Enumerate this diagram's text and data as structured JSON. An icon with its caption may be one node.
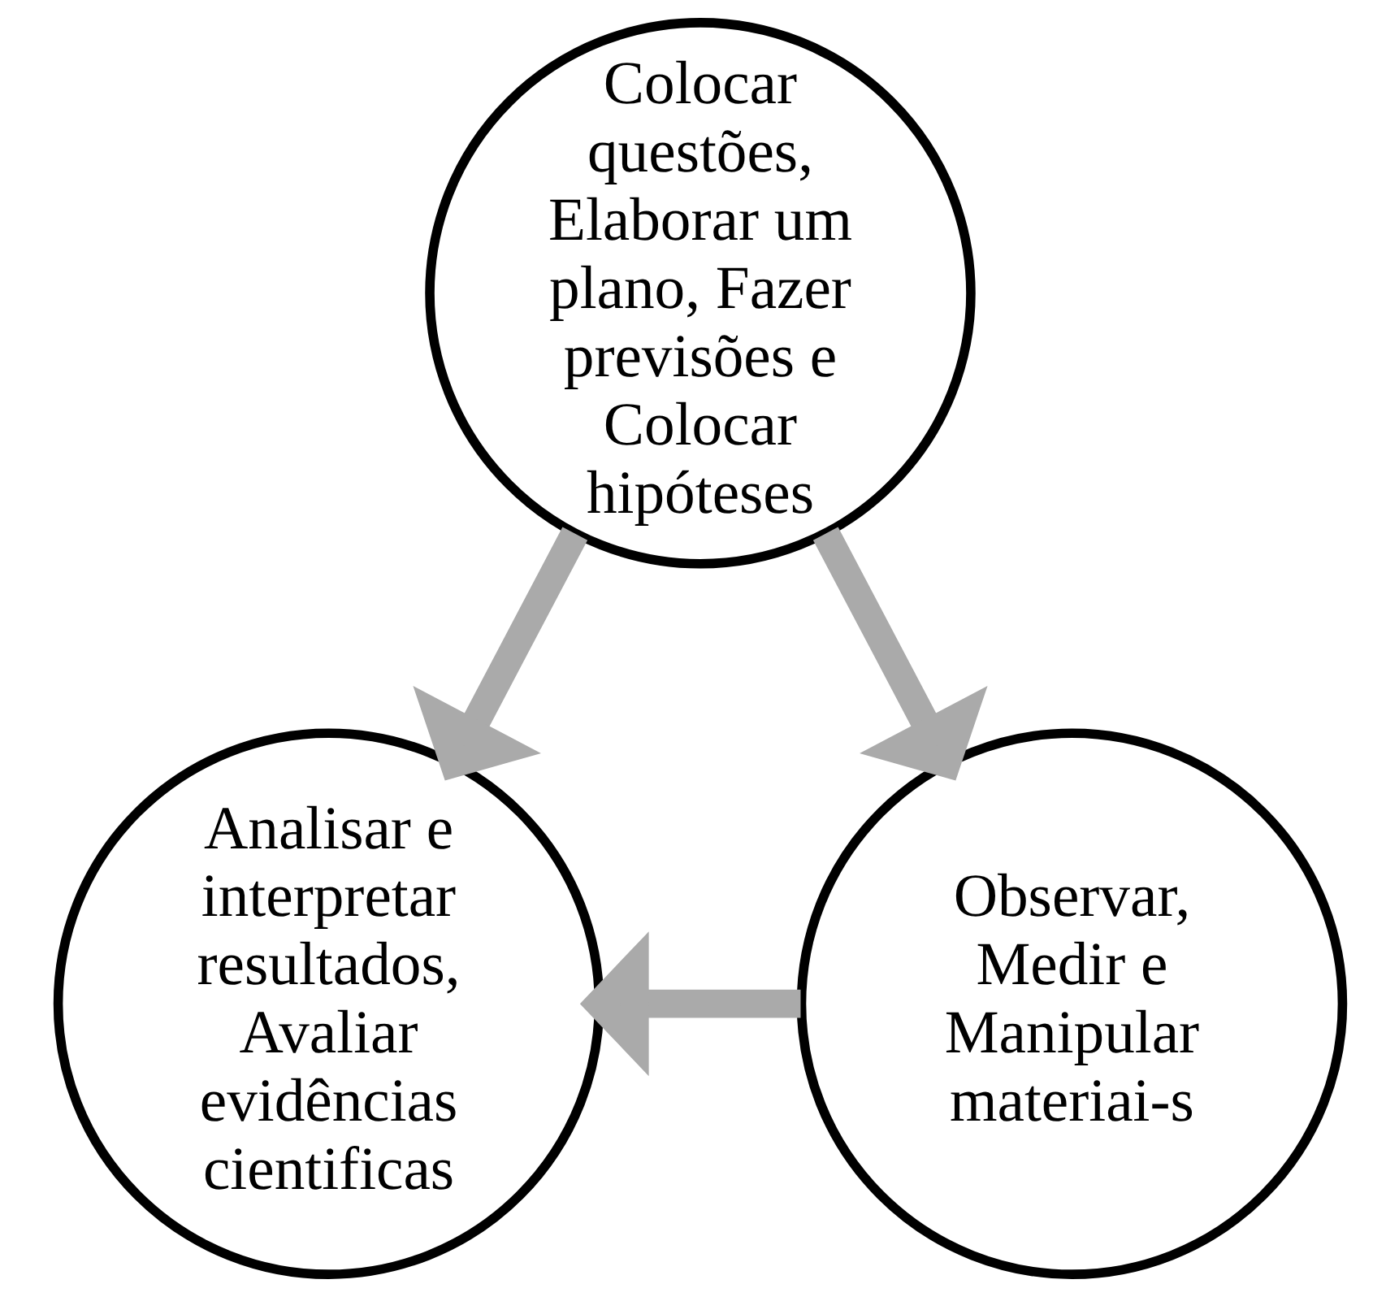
{
  "diagram": {
    "nodes": [
      {
        "text": [
          "Colocar questões, Elaborar um plano, Fazer previsões e Colocar hipóteses"
        ]
      },
      {
        "text": [
          "Analisar e interpretar resultados, Avaliar evidências cientificas"
        ]
      },
      {
        "text": [
          "Observar, Medir e Manipular materiai-s"
        ]
      }
    ],
    "edges": [
      {
        "from": 0,
        "to": 1,
        "arrow": "to"
      },
      {
        "from": 0,
        "to": 2,
        "arrow": "to"
      },
      {
        "from": 2,
        "to": 1,
        "arrow": "to"
      }
    ]
  }
}
